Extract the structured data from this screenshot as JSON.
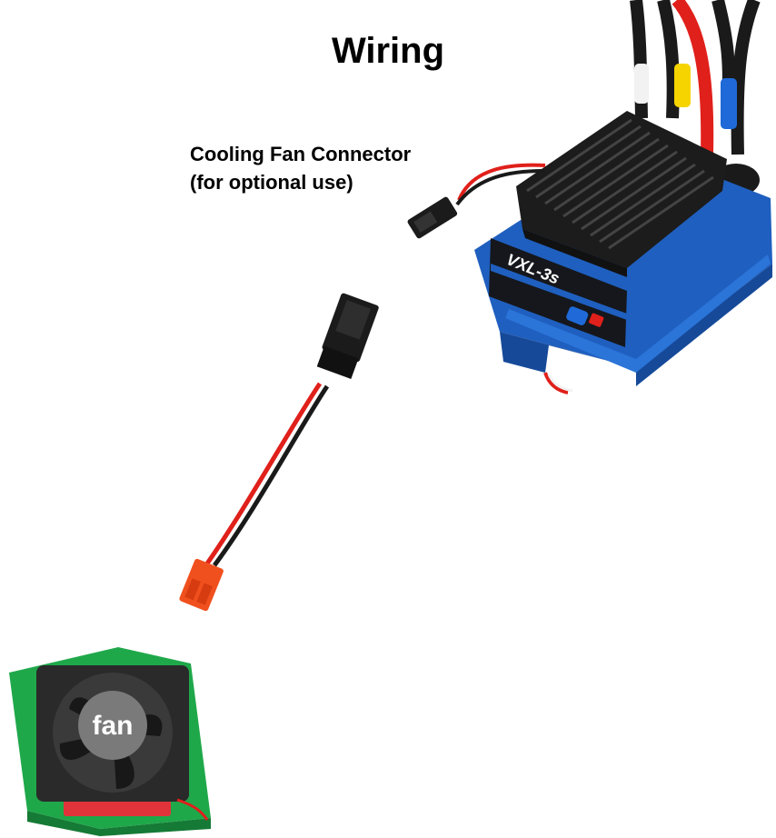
{
  "title": "Wiring",
  "connector_caption": {
    "line1": "Cooling Fan Connector",
    "line2": "(for optional use)"
  },
  "fan": {
    "label": "fan",
    "shroud_color": "#1fa84a",
    "base_color": "#e0333a"
  },
  "esc": {
    "brand_text": "VXL-3s",
    "body_color": "#1f5fbf",
    "heatsink_color": "#1c1c1c"
  },
  "adapter": {
    "plug_color": "#1b1b1b",
    "jst_color": "#f0501e"
  },
  "wire_colors": {
    "red": "#e0201b",
    "black": "#1a1a1a",
    "yellow": "#f5d400",
    "blue": "#1f6ad8",
    "white": "#f2f2f2"
  }
}
